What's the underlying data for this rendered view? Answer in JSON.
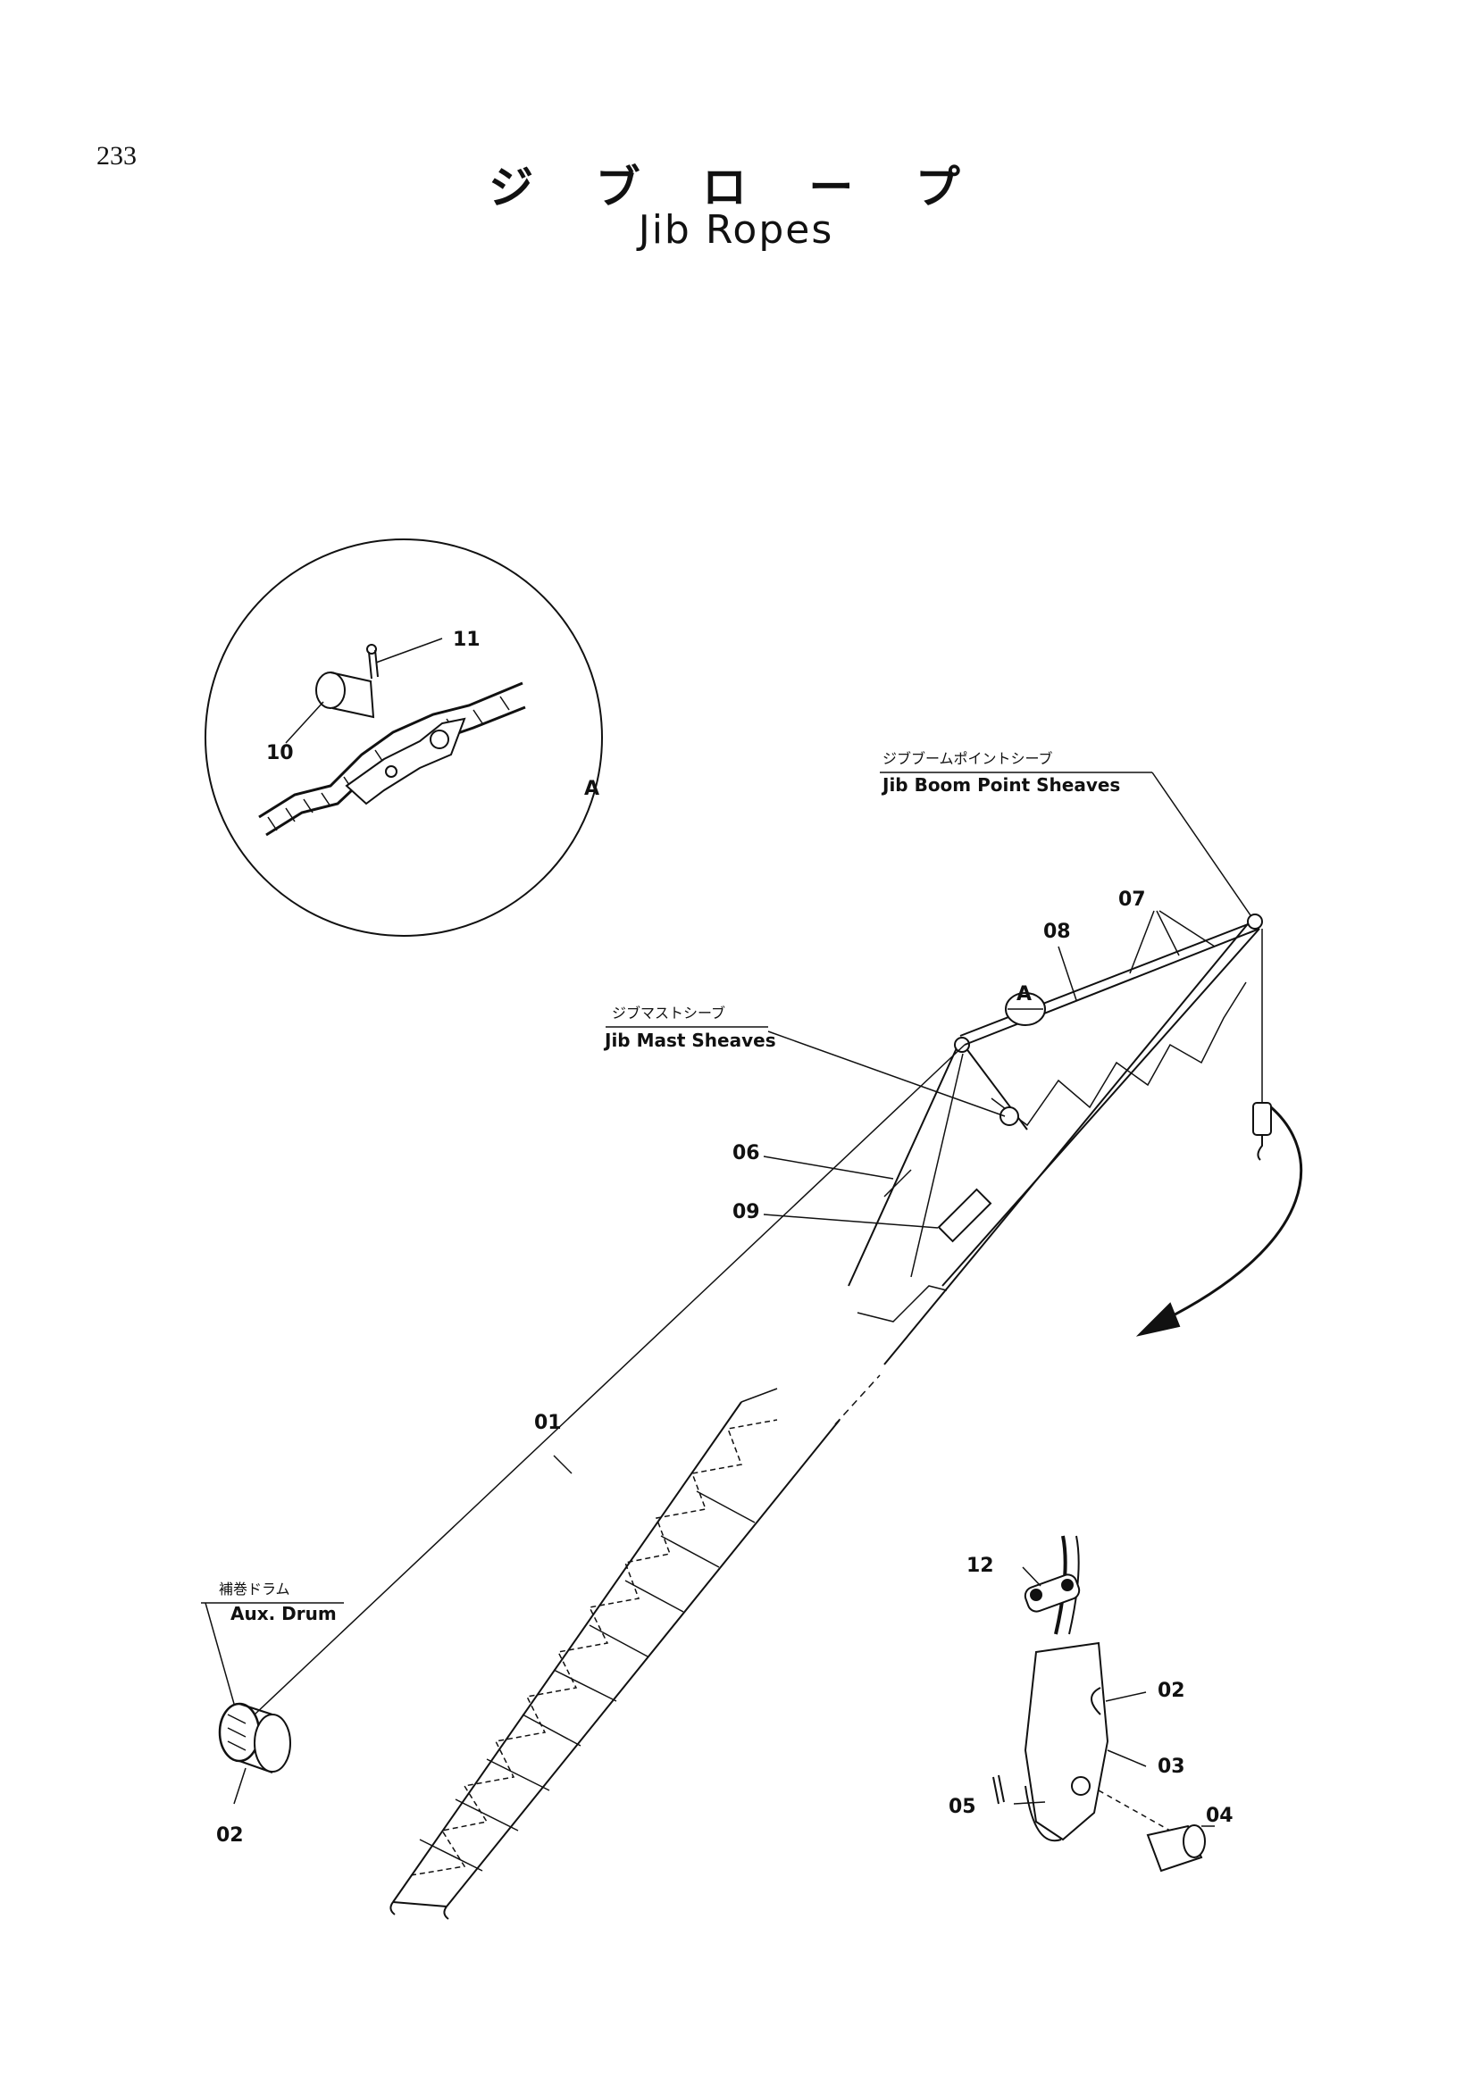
{
  "page": {
    "number": "233"
  },
  "title": {
    "japanese": "ジ ブ ロ ー プ",
    "english": "Jib Ropes"
  },
  "detail": {
    "label": "A"
  },
  "callouts": {
    "jib_boom_point_sheaves": {
      "jp": "ジブブームポイントシーブ",
      "en": "Jib Boom Point Sheaves"
    },
    "jib_mast_sheaves": {
      "jp": "ジブマストシーブ",
      "en": "Jib Mast Sheaves"
    },
    "aux_drum": {
      "jp": "補巻ドラム",
      "en": "Aux. Drum"
    }
  },
  "parts": {
    "p01": "01",
    "p02": "02",
    "p02b": "02",
    "p03": "03",
    "p04": "04",
    "p05": "05",
    "p06": "06",
    "p07": "07",
    "p08": "08",
    "p09": "09",
    "p10": "10",
    "p11": "11",
    "p12": "12"
  }
}
